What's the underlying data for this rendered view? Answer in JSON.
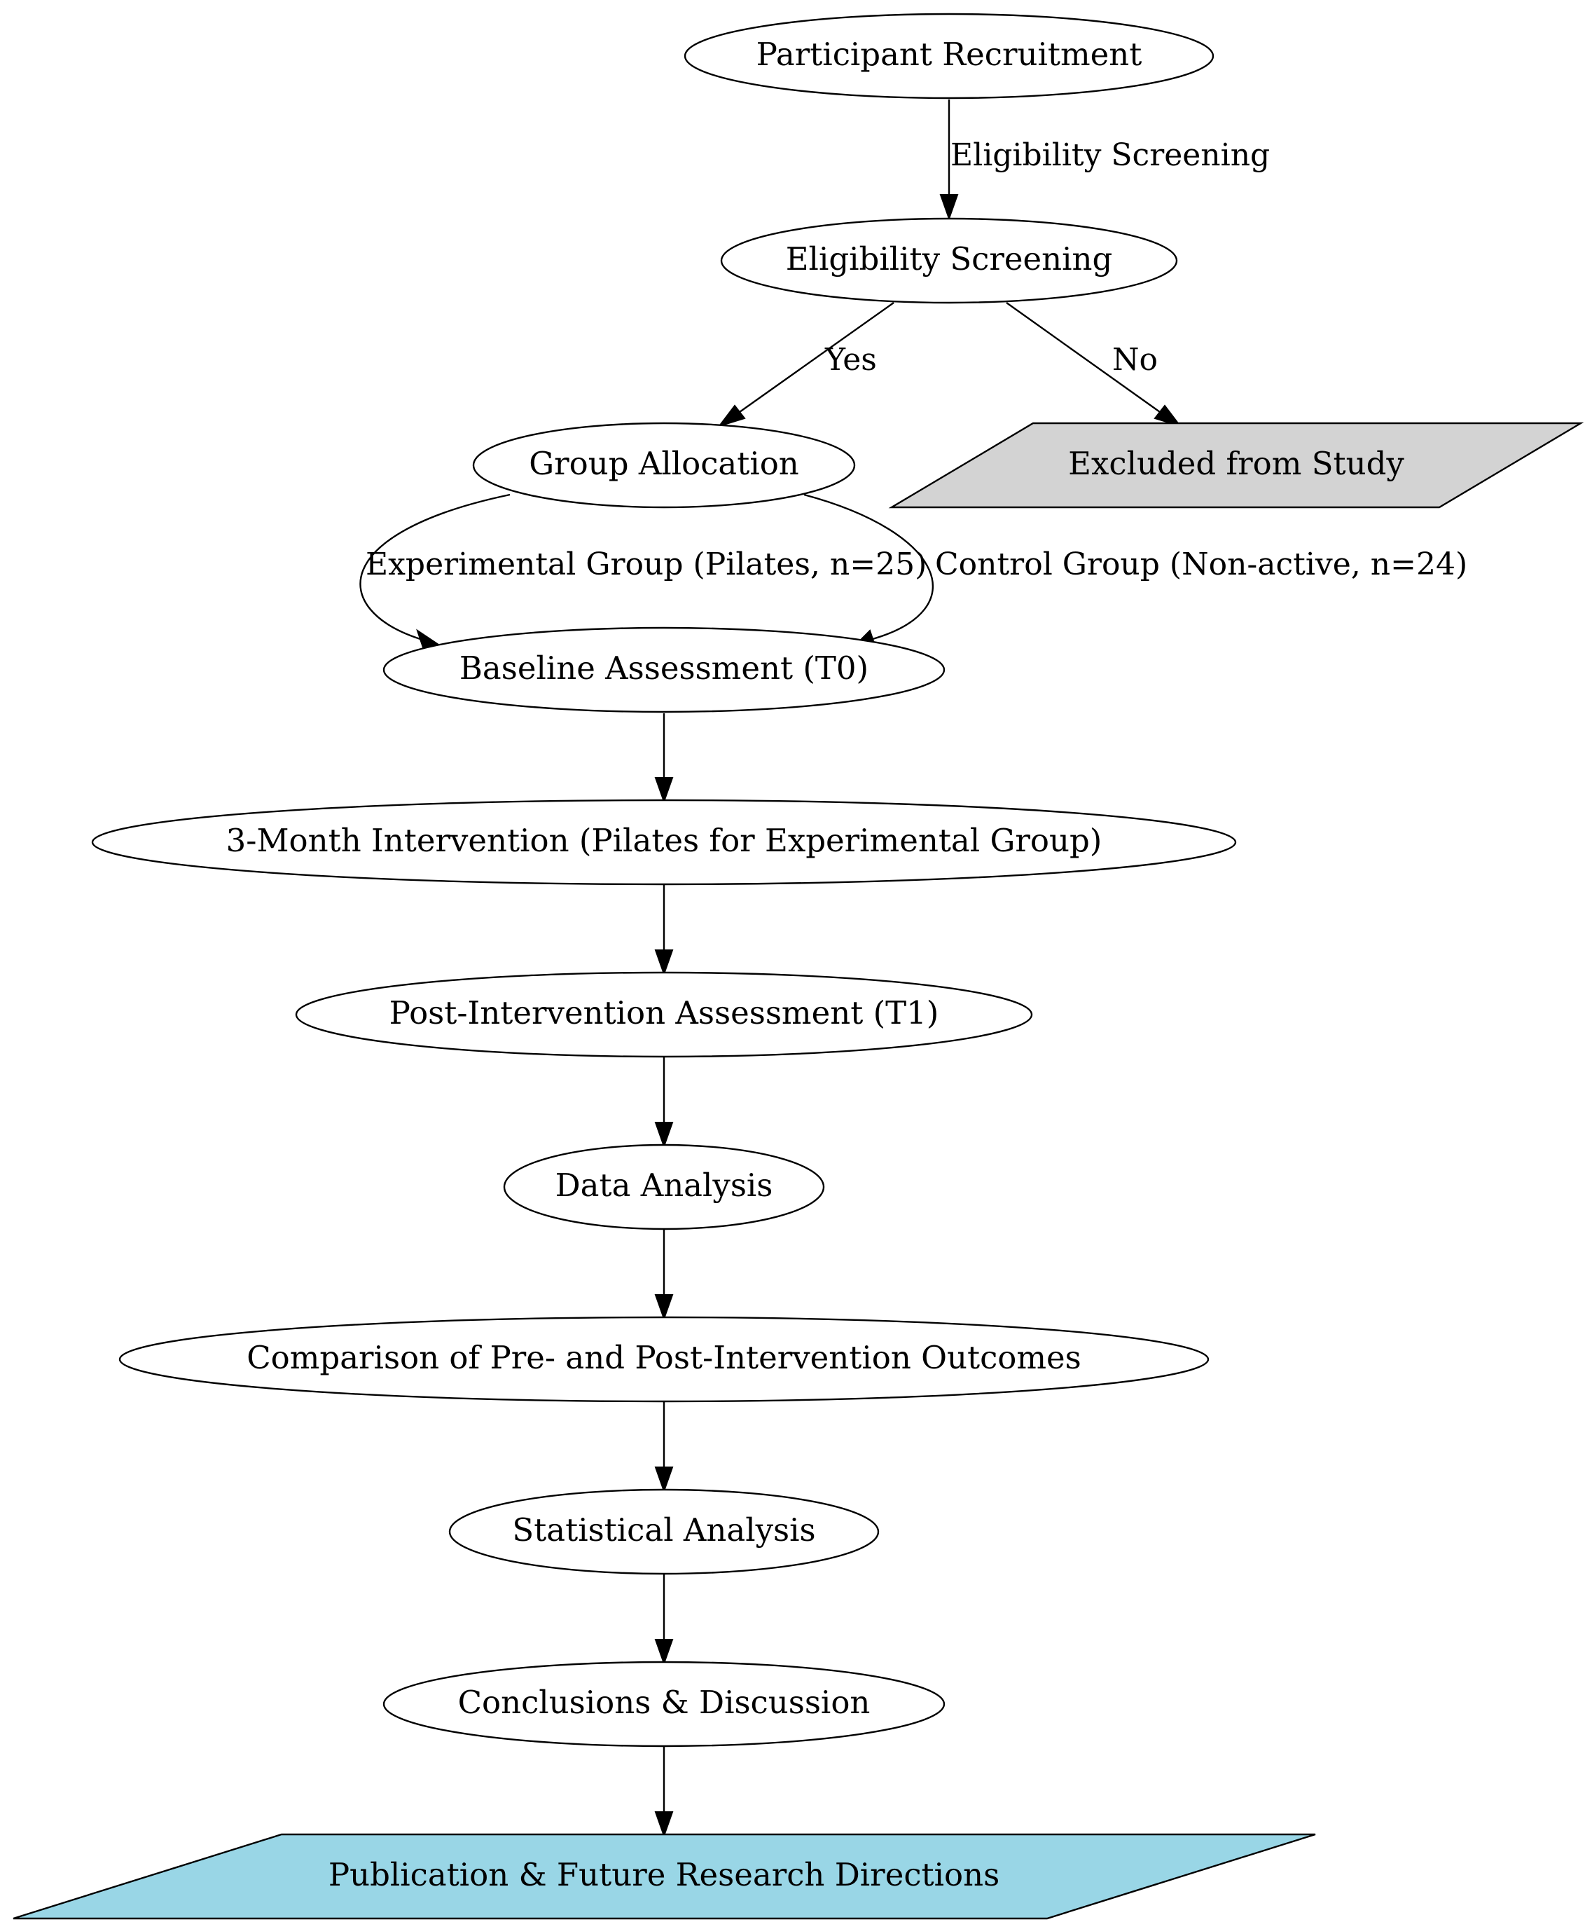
{
  "colors": {
    "default_node_fill": "#ffffff",
    "excluded_fill": "#d3d3d3",
    "publication_fill": "#99d6e6",
    "stroke": "#000000"
  },
  "nodes": {
    "recruitment": {
      "label": "Participant Recruitment",
      "shape": "ellipse"
    },
    "screening": {
      "label": "Eligibility Screening",
      "shape": "ellipse"
    },
    "allocation": {
      "label": "Group Allocation",
      "shape": "ellipse"
    },
    "excluded": {
      "label": "Excluded from Study",
      "shape": "parallelogram"
    },
    "baseline": {
      "label": "Baseline Assessment (T0)",
      "shape": "ellipse"
    },
    "intervention": {
      "label": "3-Month Intervention (Pilates for Experimental Group)",
      "shape": "ellipse"
    },
    "post": {
      "label": "Post-Intervention Assessment (T1)",
      "shape": "ellipse"
    },
    "analysis": {
      "label": "Data Analysis",
      "shape": "ellipse"
    },
    "comparison": {
      "label": "Comparison of Pre- and Post-Intervention Outcomes",
      "shape": "ellipse"
    },
    "statistical": {
      "label": "Statistical Analysis",
      "shape": "ellipse"
    },
    "conclusions": {
      "label": "Conclusions & Discussion",
      "shape": "ellipse"
    },
    "publication": {
      "label": "Publication & Future Research Directions",
      "shape": "parallelogram"
    }
  },
  "edges": [
    {
      "from": "recruitment",
      "to": "screening",
      "label": "Eligibility Screening"
    },
    {
      "from": "screening",
      "to": "allocation",
      "label": "Yes"
    },
    {
      "from": "screening",
      "to": "excluded",
      "label": "No"
    },
    {
      "from": "allocation",
      "to": "baseline",
      "label": "Experimental Group (Pilates, n=25)"
    },
    {
      "from": "allocation",
      "to": "baseline",
      "label": "Control Group (Non-active, n=24)"
    },
    {
      "from": "baseline",
      "to": "intervention",
      "label": ""
    },
    {
      "from": "intervention",
      "to": "post",
      "label": ""
    },
    {
      "from": "post",
      "to": "analysis",
      "label": ""
    },
    {
      "from": "analysis",
      "to": "comparison",
      "label": ""
    },
    {
      "from": "comparison",
      "to": "statistical",
      "label": ""
    },
    {
      "from": "statistical",
      "to": "conclusions",
      "label": ""
    },
    {
      "from": "conclusions",
      "to": "publication",
      "label": ""
    }
  ]
}
